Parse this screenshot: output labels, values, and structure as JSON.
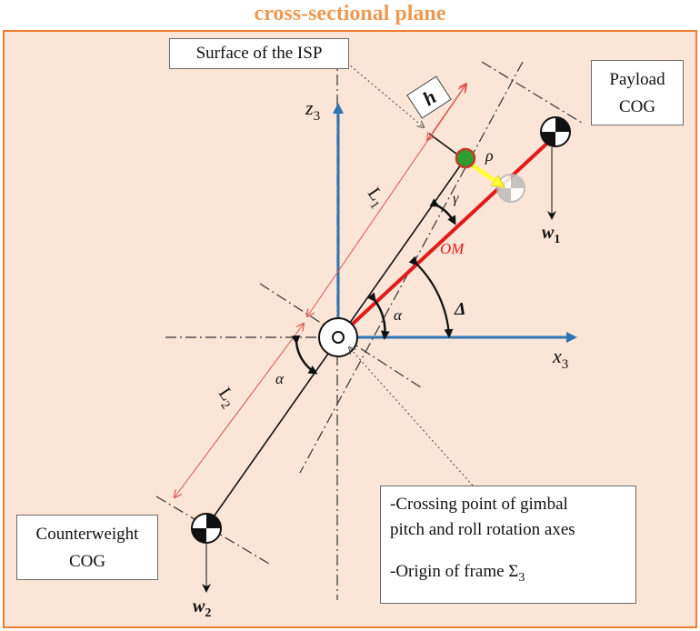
{
  "title": "cross-sectional plane",
  "labels": {
    "surface": "Surface of the ISP",
    "payload": [
      "Payload",
      "COG"
    ],
    "counterweight": [
      "Counterweight",
      "COG"
    ],
    "origin_line1": "-Crossing point of gimbal",
    "origin_line2": "pitch and roll rotation axes",
    "origin_line3": "-Origin of frame Σ",
    "origin_sub": "3"
  },
  "symbols": {
    "h": "h",
    "z": "z",
    "z_sub": "3",
    "x": "x",
    "x_sub": "3",
    "L1": "L",
    "L1_sub": "1",
    "L2": "L",
    "L2_sub": "2",
    "rho": "ρ",
    "gamma": "γ",
    "alpha1": "α",
    "alpha2": "α",
    "delta": "Δ",
    "OM": "OM",
    "w1": "w",
    "w1_sub": "1",
    "w2": "w",
    "w2_sub": "2"
  },
  "colors": {
    "title": "#ed9a52",
    "background_fill": "#fbe5d6",
    "border": "#ed7d31",
    "axes": "#2e75b6",
    "om_line": "#e01b1b",
    "dimension": "#d9534f",
    "green_dot": "#2e9e2e",
    "yellow_arrow": "#ffff33"
  }
}
